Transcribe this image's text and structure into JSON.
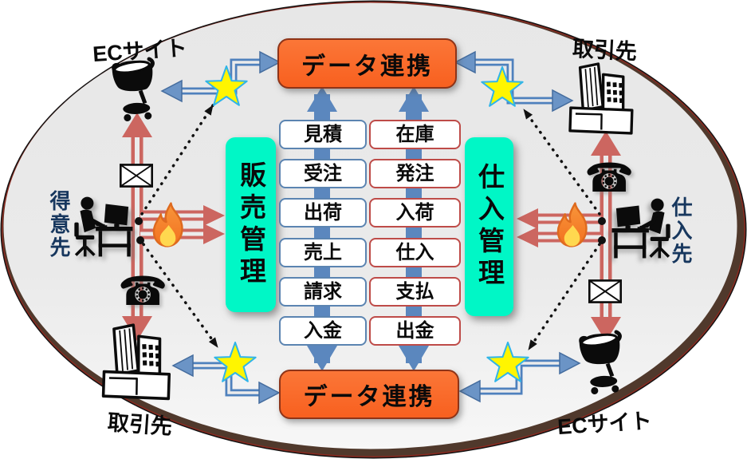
{
  "diagram": {
    "hubs": {
      "top": "データ連携",
      "bottom": "データ連携"
    },
    "systems": {
      "sales": "販売管理",
      "purchasing": "仕入管理"
    },
    "sales_steps": [
      "見積",
      "受注",
      "出荷",
      "売上",
      "請求",
      "入金"
    ],
    "purchasing_steps": [
      "在庫",
      "発注",
      "入荷",
      "仕入",
      "支払",
      "出金"
    ],
    "external": {
      "ec_top_left": "ECサイト",
      "partner_top_right": "取引先",
      "customer_left": "得意先",
      "supplier_right": "仕入先",
      "partner_bottom_left": "取引先",
      "ec_bottom_right": "ECサイト"
    },
    "icons": {
      "phone_glyph": "☎",
      "top_left": "shopping-cart-icon",
      "top_right": "office-building-icon",
      "left": "person-at-computer-icon",
      "right": "person-at-computer-icon",
      "bottom_left": "office-building-icon",
      "bottom_right": "shopping-cart-icon",
      "corner_marker": "star-icon",
      "friction_marker": "flame-icon",
      "mail_marker": "envelope-icon"
    },
    "colors": {
      "hub_orange": "#F8601F",
      "hub_border": "#8E3418",
      "system_teal": "#00F7C6",
      "arrow_blue": "#4F81BD",
      "arrow_blue_head": "#6B94C6",
      "arrow_red": "#CC6660",
      "sales_border_blue": "#5B84B1",
      "purchasing_border_red": "#BE4B48",
      "label_navy": "#17375E",
      "star_yellow": "#FFF500",
      "star_outline": "#2FB4E9",
      "platter_fill": "#E9E9E9",
      "platter_rim_brown": "#50392C"
    }
  }
}
